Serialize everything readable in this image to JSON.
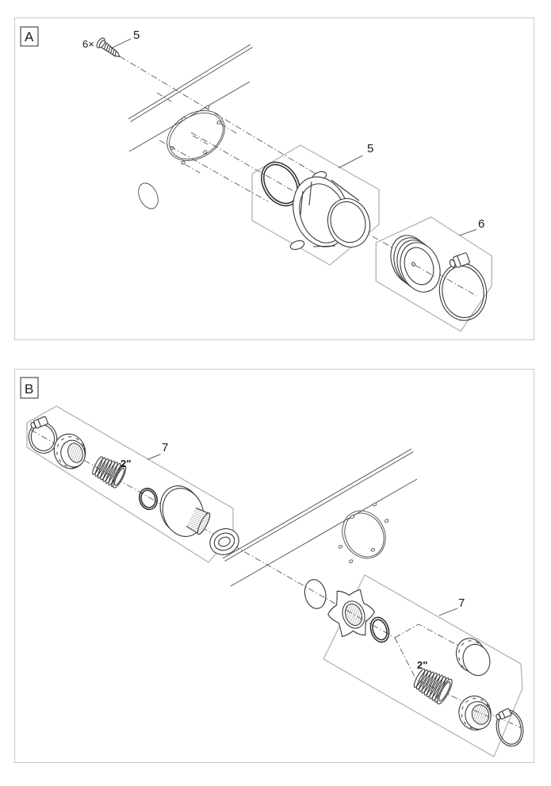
{
  "figure": {
    "panel_a": {
      "ref_letter": "A",
      "callouts": {
        "screw_qty": "6×",
        "screw_part": "5",
        "flange_group": "5",
        "hose_group": "6"
      }
    },
    "panel_b": {
      "ref_letter": "B",
      "callouts": {
        "wall_group": "7",
        "wall_size": "2\"",
        "free_group": "7",
        "free_size": "2\""
      }
    },
    "colors": {
      "line": "#3a3a3a",
      "centerline": "#595959",
      "group_box": "#b8b8b8",
      "panel_border": "#c9c9c9",
      "background": "#ffffff"
    }
  }
}
